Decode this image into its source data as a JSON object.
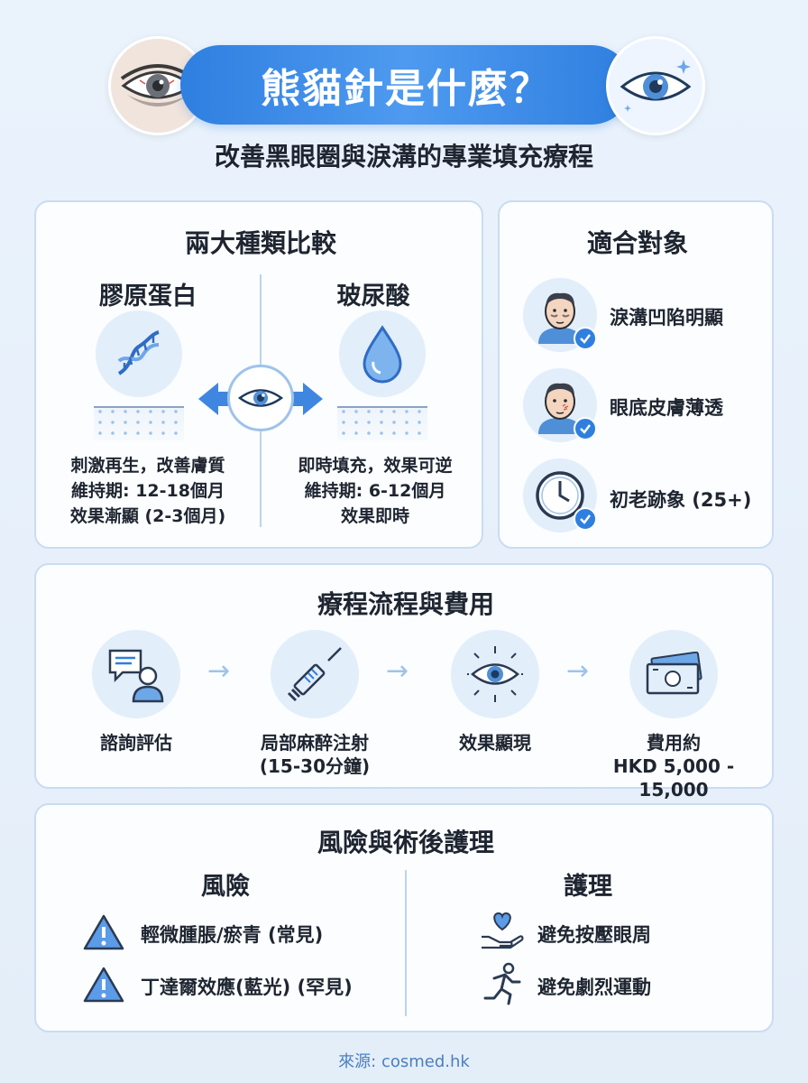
{
  "header": {
    "title": "熊貓針是什麼？",
    "subtitle": "改善黑眼圈與淚溝的專業填充療程",
    "icons": [
      "tired-eye-icon",
      "bright-eye-icon"
    ]
  },
  "comparison": {
    "title": "兩大種類比較",
    "left": {
      "name": "膠原蛋白",
      "icon": "dna-icon",
      "desc": [
        "刺激再生，改善膚質",
        "維持期: 12-18個月",
        "效果漸顯 (2-3個月)"
      ]
    },
    "right": {
      "name": "玻尿酸",
      "icon": "water-drop-icon",
      "desc": [
        "即時填充，效果可逆",
        "維持期: 6-12個月",
        "效果即時"
      ]
    }
  },
  "suitable": {
    "title": "適合對象",
    "items": [
      {
        "label": "淚溝凹陷明顯",
        "icon": "face-tear-trough-icon"
      },
      {
        "label": "眼底皮膚薄透",
        "icon": "face-thin-skin-icon"
      },
      {
        "label": "初老跡象 (25+)",
        "icon": "clock-icon"
      }
    ]
  },
  "process": {
    "title": "療程流程與費用",
    "steps": [
      {
        "label": "諮詢評估",
        "icon": "consultation-icon"
      },
      {
        "label": "局部麻醉注射",
        "sub": "(15-30分鐘)",
        "icon": "syringe-icon"
      },
      {
        "label": "效果顯現",
        "icon": "eye-icon"
      },
      {
        "label": "費用約",
        "sub": "HKD 5,000 - 15,000",
        "icon": "money-icon"
      }
    ],
    "arrow": "→"
  },
  "risk_care": {
    "title": "風險與術後護理",
    "risk": {
      "title": "風險",
      "items": [
        "輕微腫脹/瘀青 (常見)",
        "丁達爾效應(藍光) (罕見)"
      ]
    },
    "care": {
      "title": "護理",
      "items": [
        "避免按壓眼周",
        "避免劇烈運動"
      ]
    }
  },
  "footer": {
    "source": "來源: cosmed.hk"
  },
  "colors": {
    "primary": "#2f7fe0",
    "light": "#e3eefb",
    "border": "#c9dcf2"
  }
}
